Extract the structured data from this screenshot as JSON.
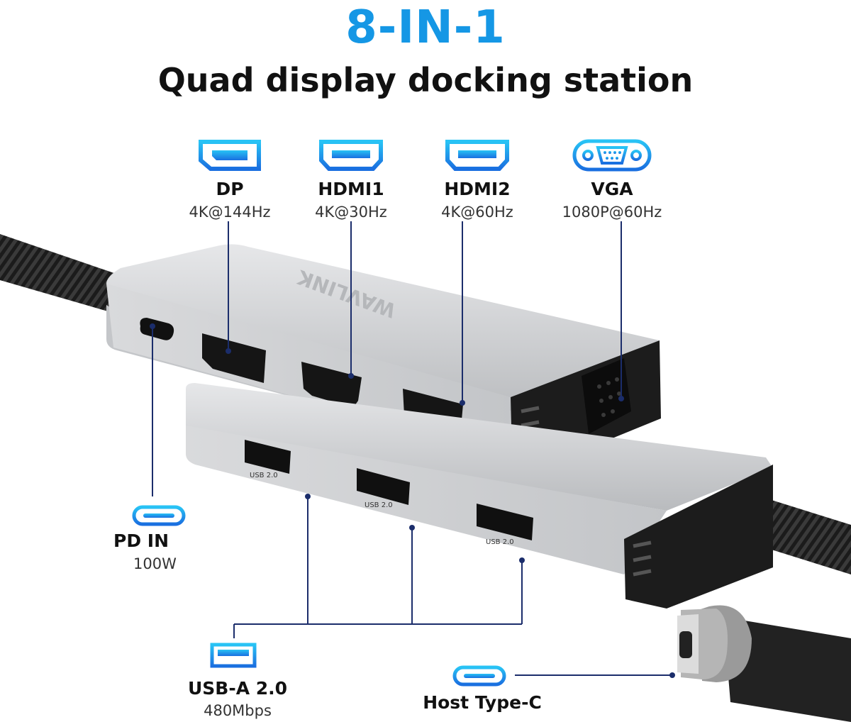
{
  "header": {
    "title": "8-IN-1",
    "subtitle": "Quad display docking station"
  },
  "ports_top": [
    {
      "name": "DP",
      "spec": "4K@144Hz",
      "icon": "displayport-icon"
    },
    {
      "name": "HDMI1",
      "spec": "4K@30Hz",
      "icon": "hdmi-icon"
    },
    {
      "name": "HDMI2",
      "spec": "4K@60Hz",
      "icon": "hdmi-icon"
    },
    {
      "name": "VGA",
      "spec": "1080P@60Hz",
      "icon": "vga-icon"
    }
  ],
  "ports_bottom": {
    "pd": {
      "name": "PD IN",
      "spec": "100W",
      "icon": "usb-c-icon"
    },
    "usba": {
      "name": "USB-A 2.0",
      "spec": "480Mbps",
      "icon": "usb-a-icon"
    },
    "host": {
      "name": "Host Type-C",
      "icon": "usb-c-icon"
    }
  },
  "device": {
    "brand": "WAVLINK",
    "usb_port_label": "USB 2.0"
  },
  "colors": {
    "accent": "#1597e5",
    "line": "#1b2d6b",
    "aluminum": "#c9cacc",
    "dark": "#1a1a1a"
  }
}
